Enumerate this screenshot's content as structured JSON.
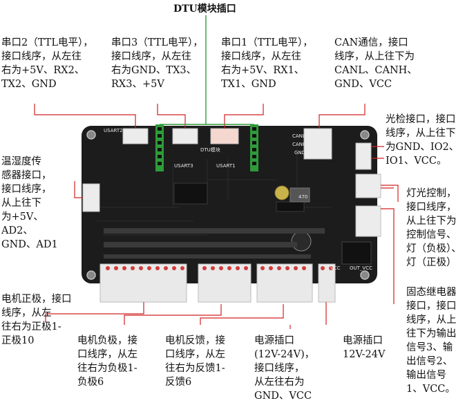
{
  "title": "DTU模块插口",
  "labels": {
    "uart2": "串口2（TTL电平），\n接口线序，从左往\n右为+5V、RX2、\nTX2、GND",
    "uart3": "串口3（TTL电平），\n接口线序，从左往\n右为GND、TX3、\nRX3、+5V",
    "uart1": "串口1（TTL电平），\n接口线序，从左往\n右为+5V、RX1、\nTX1、GND",
    "can": "CAN通信，接口\n线序，从上往下为\nCANL、CANH、\nGND、VCC",
    "light_sensor": "光检接口，接口\n线序，从上往下\n为GND、IO2、\nIO1、VCC。",
    "temp_humidity": "温湿度传\n感器接口，\n接口线序，\n从上往下\n为+5V、\nAD2、\nGND、AD1",
    "lamp": "灯光控制，\n接口线序，\n从上往下为\n控制信号、\n灯（负极）、\n灯（正极）",
    "relay": "固态继电器\n接口，接口\n线序，从上\n往下为输出\n信号3、输\n出信号2、\n输出信号\n1、VCC。",
    "motor_pos": "电机正极，接口\n线序，从左\n往右为正极1-\n正极10",
    "motor_neg": "电机负极，接\n口线序，从左\n往右为负极1-\n负极6",
    "motor_fb": "电机反馈，接\n口线序，从左\n往右为反馈1-\n反馈6",
    "power_plug": "电源插口\n(12V-24V)，\n接口线序，\n从左往右为\nGND、VCC",
    "power_jack": "电源插口\n12V-24V"
  },
  "board_text": {
    "usart2": "USART2",
    "usart3": "USART3",
    "usart1": "USART1",
    "dtu": "DTU模块",
    "canl": "CANL",
    "canh": "CANH",
    "gnd": "GND",
    "vcc": "VCC",
    "out_vcc": "OUT_VCC",
    "cap": "470"
  },
  "colors": {
    "board": "#1c1c1c",
    "connector": "#ececec",
    "header_green": "#2f9a3a",
    "leader_line": "#d22020"
  }
}
